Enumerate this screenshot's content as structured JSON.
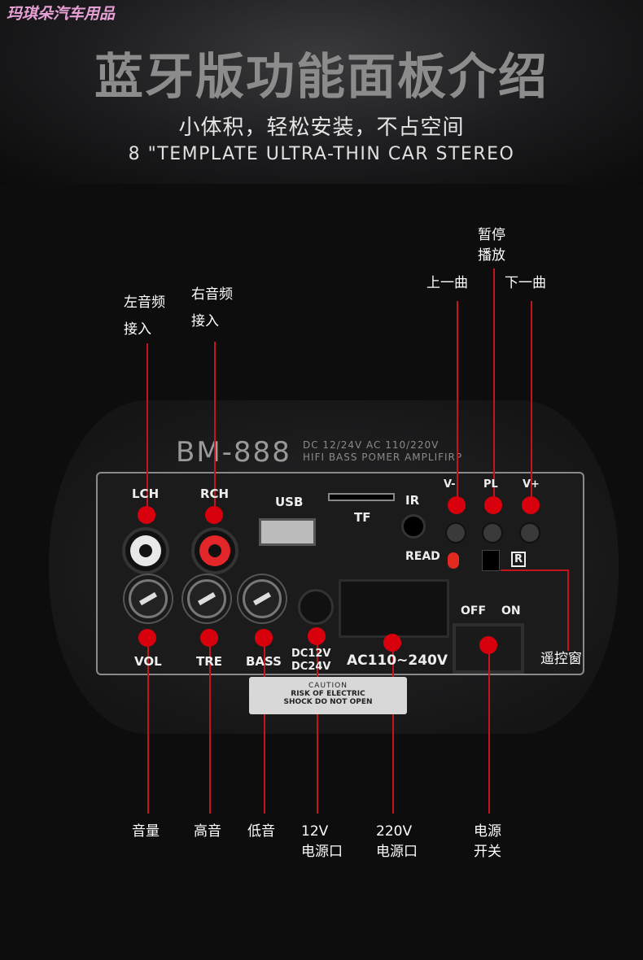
{
  "watermark": "玛琪朵汽车用品",
  "header": {
    "title": "蓝牙版功能面板介绍",
    "subtitle": "小体积，轻松安装，不占空间",
    "english": "8 \"TEMPLATE ULTRA-THIN CAR STEREO"
  },
  "device": {
    "model": "BM-888",
    "spec_line1": "DC  12/24V    AC   110/220V",
    "spec_line2": "HIFI  BASS  POMER  AMPLIFIRP",
    "ports": {
      "lch": "LCH",
      "rch": "RCH",
      "usb": "USB",
      "tf": "TF",
      "ir": "IR",
      "vminus": "V-",
      "pl": "PL",
      "vplus": "V+",
      "read": "READ",
      "r": "R",
      "vol": "VOL",
      "tre": "TRE",
      "bass": "BASS",
      "dc1": "DC12V",
      "dc2": "DC24V",
      "ac": "AC110~240V",
      "off": "OFF",
      "on": "ON"
    },
    "caution": {
      "title": "CAUTION",
      "line1": "RISK OF ELECTRIC",
      "line2": "SHOCK DO NOT OPEN"
    }
  },
  "callouts": {
    "left_audio": [
      "左音频",
      "接入"
    ],
    "right_audio": [
      "右音频",
      "接入"
    ],
    "prev": "上一曲",
    "pause": [
      "暂停",
      "播放"
    ],
    "next": "下一曲",
    "remote": "遥控窗",
    "volume": "音量",
    "treble": "高音",
    "bass": "低音",
    "v12": [
      "12V",
      "电源口"
    ],
    "v220": [
      "220V",
      "电源口"
    ],
    "power": [
      "电源",
      "开关"
    ]
  },
  "colors": {
    "accent": "#d9000d",
    "background": "#0d0d0e"
  }
}
